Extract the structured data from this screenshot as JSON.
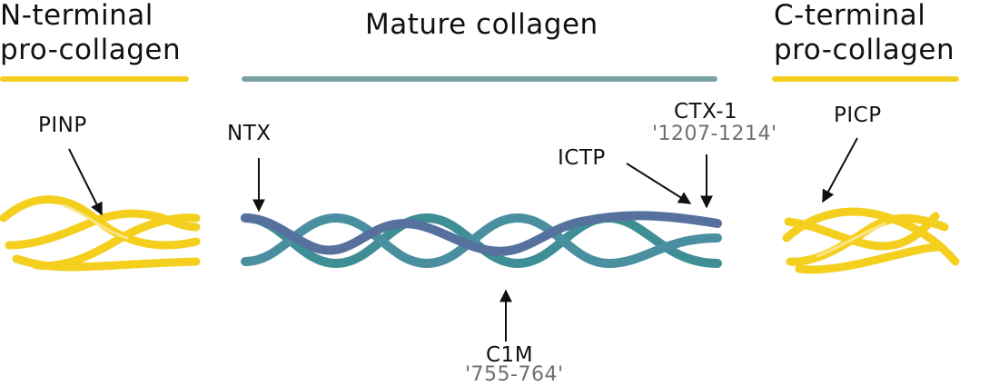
{
  "headings": {
    "n_terminal_line1": "N-terminal",
    "n_terminal_line2": "pro-collagen",
    "mature": "Mature collagen",
    "c_terminal_line1": "C-terminal",
    "c_terminal_line2": "pro-collagen"
  },
  "markers": {
    "pinp": "PINP",
    "ntx": "NTX",
    "ctx1": "CTX-1",
    "ctx1_range": "'1207-1214'",
    "ictp": "ICTP",
    "c1m": "C1M",
    "c1m_range": "'755-764'",
    "picp": "PICP"
  },
  "colors": {
    "propeptide": "#F4CF1E",
    "propeptide_light": "#FBE58A",
    "mature_bar": "#7BA3A6",
    "mature_strand_teal": "#3E8E96",
    "mature_strand_blue": "#56719E",
    "range_text": "#6F6F6F"
  }
}
